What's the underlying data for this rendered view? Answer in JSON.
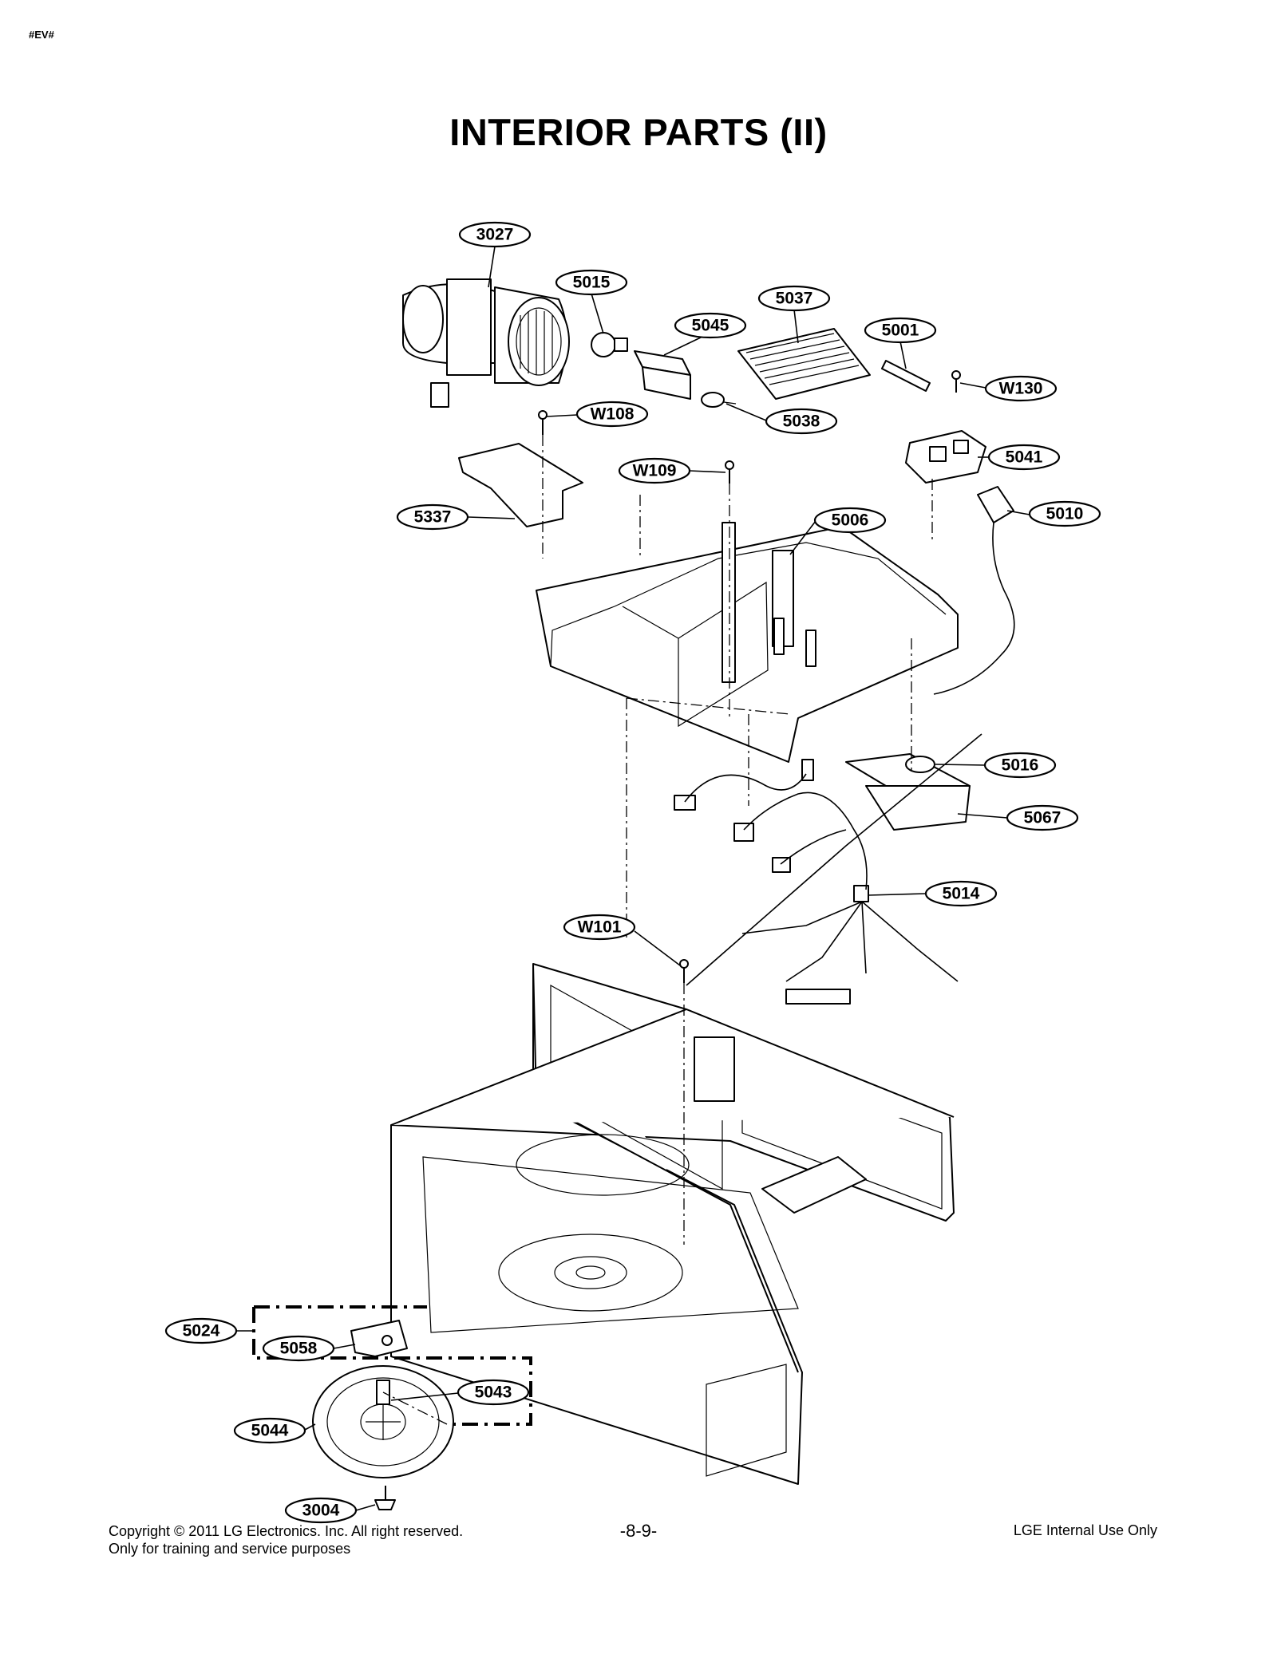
{
  "header": {
    "tag": "#EV#",
    "title": "INTERIOR PARTS (II)"
  },
  "callouts": [
    "3027",
    "5015",
    "5037",
    "5045",
    "5001",
    "W130",
    "W108",
    "5038",
    "5041",
    "W109",
    "5337",
    "5006",
    "5010",
    "5016",
    "5067",
    "5014",
    "W101",
    "5024",
    "5058",
    "5043",
    "5044",
    "3004"
  ],
  "footer": {
    "copyright": "Copyright © 2011 LG Electronics. Inc. All right reserved.",
    "purpose": "Only for training and service purposes",
    "page": "-8-9-",
    "internal": "LGE Internal Use Only"
  }
}
